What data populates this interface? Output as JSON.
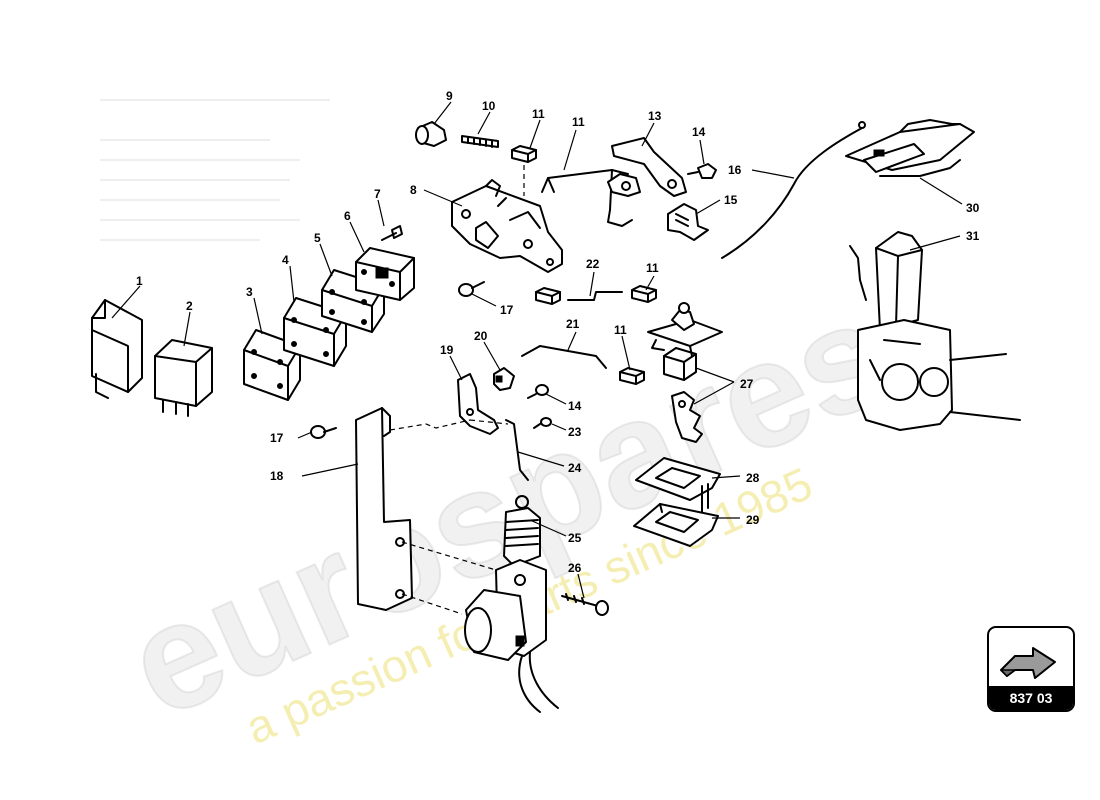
{
  "watermark": {
    "brand": "eurospares",
    "tagline": "a passion for parts since 1985"
  },
  "reference": {
    "code": "837 03",
    "icon": "arrow-icon"
  },
  "callouts": [
    "1",
    "2",
    "3",
    "4",
    "5",
    "6",
    "7",
    "8",
    "9",
    "10",
    "11",
    "11",
    "11",
    "11",
    "13",
    "14",
    "14",
    "15",
    "16",
    "17",
    "17",
    "18",
    "19",
    "20",
    "21",
    "22",
    "23",
    "24",
    "25",
    "26",
    "27",
    "28",
    "29",
    "30",
    "31"
  ]
}
